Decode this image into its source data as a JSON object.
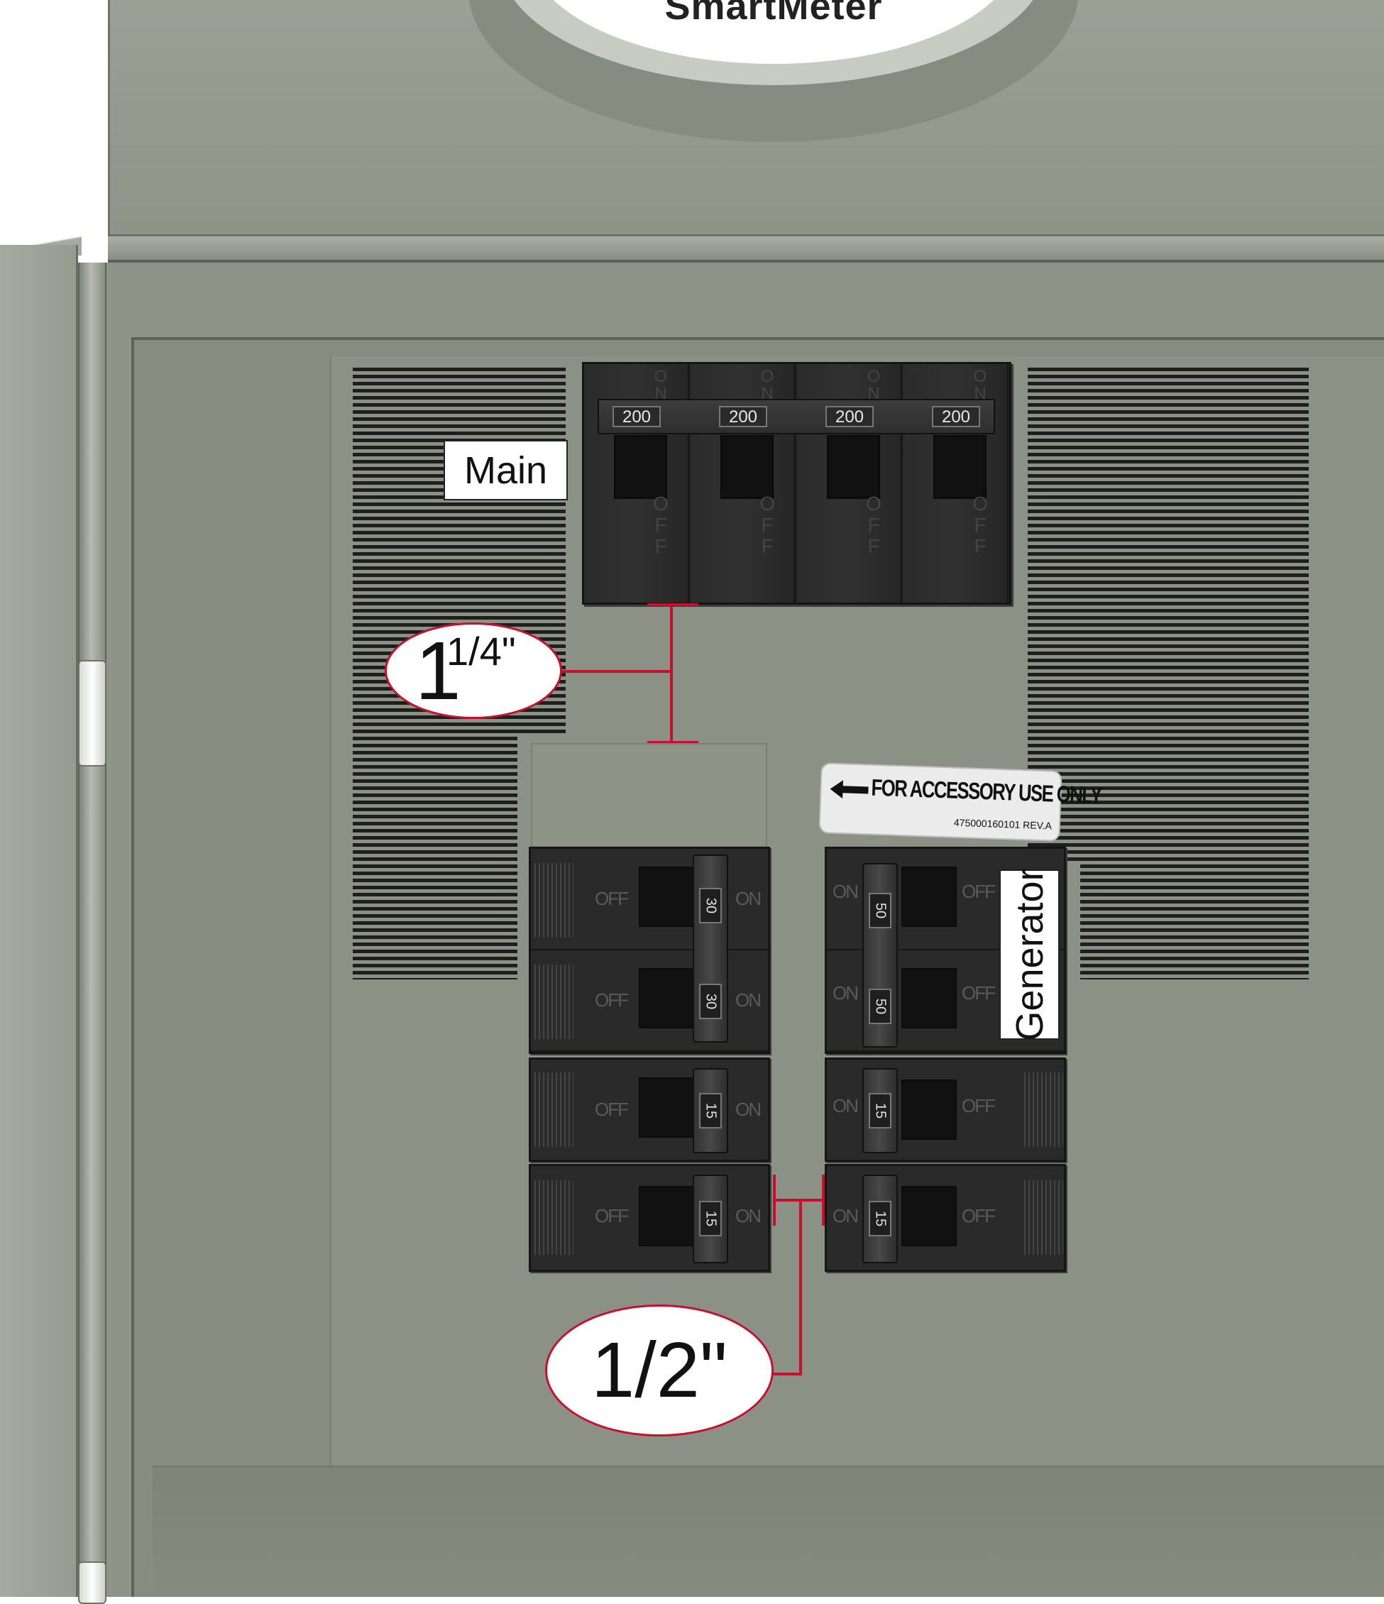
{
  "meter": {
    "label": "SmartMeter"
  },
  "main_breaker": {
    "label": "Main",
    "poles": [
      {
        "on": "ON",
        "off": "OFF",
        "rating": "200"
      },
      {
        "on": "ON",
        "off": "OFF",
        "rating": "200"
      },
      {
        "on": "ON",
        "off": "OFF",
        "rating": "200"
      },
      {
        "on": "ON",
        "off": "OFF",
        "rating": "200"
      }
    ]
  },
  "accessory_label": {
    "text": "FOR ACCESSORY USE ONLY",
    "part_number": "475000160101 REV.A"
  },
  "left_breakers": [
    {
      "ratings": [
        "30",
        "30"
      ],
      "on": "ON",
      "off": "OFF"
    },
    {
      "ratings": [
        "15"
      ],
      "on": "ON",
      "off": "OFF"
    },
    {
      "ratings": [
        "15"
      ],
      "on": "ON",
      "off": "OFF"
    }
  ],
  "right_breakers": [
    {
      "ratings": [
        "50",
        "50"
      ],
      "on": "ON",
      "off": "OFF",
      "label": "Generator"
    },
    {
      "ratings": [
        "15"
      ],
      "on": "ON",
      "off": "OFF"
    },
    {
      "ratings": [
        "15"
      ],
      "on": "ON",
      "off": "OFF"
    }
  ],
  "dimensions": {
    "vertical_gap": {
      "whole": "1",
      "fraction": "1/4\""
    },
    "horizontal_gap": {
      "text": "1/2\""
    }
  },
  "colors": {
    "enclosure": "#8c9185",
    "breaker": "#2a2a2a",
    "dimension_line": "#c8102e"
  }
}
